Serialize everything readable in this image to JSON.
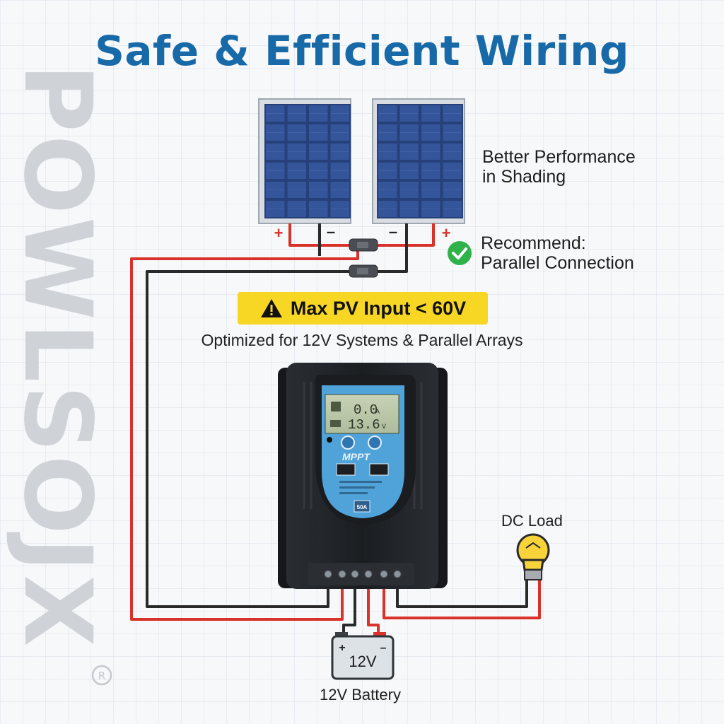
{
  "title": "Safe & Efficient Wiring",
  "brand": {
    "name": "POWLSOJX",
    "mark": "®"
  },
  "notes": {
    "shading_line1": "Better Performance",
    "shading_line2": "in Shading",
    "recommend_line1": "Recommend:",
    "recommend_line2": "Parallel Connection"
  },
  "warning": {
    "text": "Max PV Input < 60V",
    "icon": "warning-triangle-icon"
  },
  "subtitle": "Optimized for 12V Systems & Parallel Arrays",
  "controller": {
    "display_current": "0.0",
    "display_current_unit": "A",
    "display_voltage": "13.6",
    "display_voltage_unit": "V",
    "badge": "MPPT",
    "rating": "50A"
  },
  "panels": {
    "plus": "+",
    "minus": "–"
  },
  "battery": {
    "voltage": "12V",
    "label": "12V Battery",
    "plus": "+",
    "minus": "–"
  },
  "load": {
    "label": "DC Load",
    "icon": "light-bulb-icon"
  },
  "colors": {
    "title": "#1769a8",
    "warning_bg": "#f7d724",
    "wire_positive": "#d8322b",
    "wire_negative": "#2a2a2a",
    "check": "#2fb24a",
    "controller_body": "#1f2225",
    "controller_face": "#4fa3d9"
  }
}
